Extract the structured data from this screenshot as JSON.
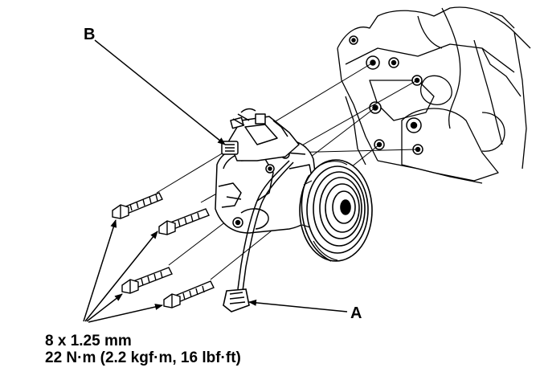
{
  "callouts": {
    "b": "B",
    "a": "A"
  },
  "spec": {
    "bolt_size": "8 x 1.25 mm",
    "torque": "22 N·m (2.2 kgf·m, 16 lbf·ft)"
  },
  "colors": {
    "ink": "#000000",
    "paper": "#ffffff"
  }
}
